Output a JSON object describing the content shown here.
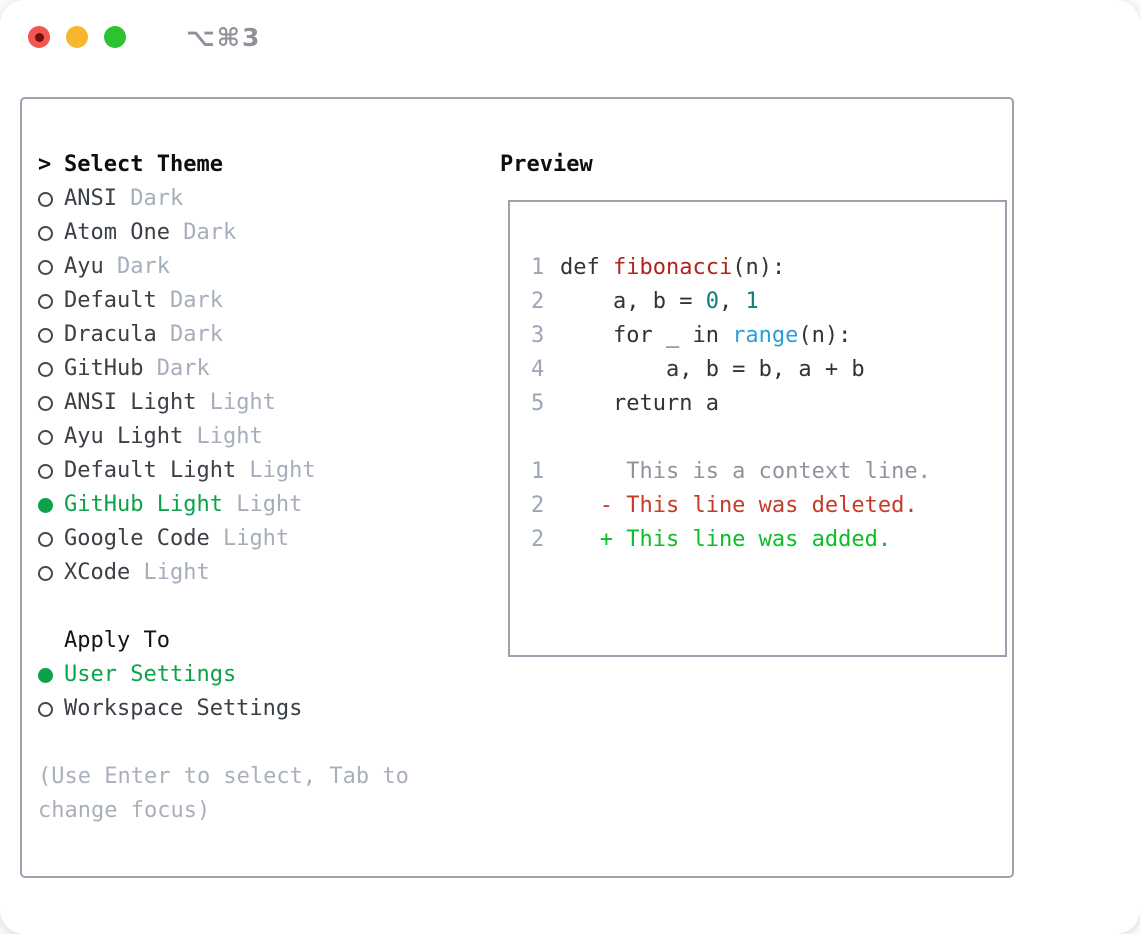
{
  "window": {
    "title": "⌥⌘3"
  },
  "titlebar": {
    "buttons": [
      {
        "name": "close",
        "has_dot": true
      },
      {
        "name": "minimize",
        "has_dot": false
      },
      {
        "name": "zoom",
        "has_dot": false
      }
    ]
  },
  "theme_picker": {
    "prompt": ">",
    "heading": "Select Theme",
    "items": [
      {
        "name": "ANSI",
        "variant": "Dark",
        "selected": false
      },
      {
        "name": "Atom One",
        "variant": "Dark",
        "selected": false
      },
      {
        "name": "Ayu",
        "variant": "Dark",
        "selected": false
      },
      {
        "name": "Default",
        "variant": "Dark",
        "selected": false
      },
      {
        "name": "Dracula",
        "variant": "Dark",
        "selected": false
      },
      {
        "name": "GitHub",
        "variant": "Dark",
        "selected": false
      },
      {
        "name": "ANSI Light",
        "variant": "Light",
        "selected": false
      },
      {
        "name": "Ayu Light",
        "variant": "Light",
        "selected": false
      },
      {
        "name": "Default Light",
        "variant": "Light",
        "selected": false
      },
      {
        "name": "GitHub Light",
        "variant": "Light",
        "selected": true
      },
      {
        "name": "Google Code",
        "variant": "Light",
        "selected": false
      },
      {
        "name": "XCode",
        "variant": "Light",
        "selected": false
      }
    ],
    "apply_to": {
      "heading": "Apply To",
      "options": [
        {
          "label": "User Settings",
          "selected": true
        },
        {
          "label": "Workspace Settings",
          "selected": false
        }
      ]
    },
    "hint": "(Use Enter to select, Tab to change focus)"
  },
  "preview": {
    "heading": "Preview",
    "code_lines": [
      {
        "num": "1",
        "tokens": [
          {
            "text": "def ",
            "type": "plain"
          },
          {
            "text": "fibonacci",
            "type": "function"
          },
          {
            "text": "(n):",
            "type": "plain"
          }
        ]
      },
      {
        "num": "2",
        "tokens": [
          {
            "text": "    a, b = ",
            "type": "plain"
          },
          {
            "text": "0",
            "type": "number"
          },
          {
            "text": ", ",
            "type": "plain"
          },
          {
            "text": "1",
            "type": "number"
          }
        ]
      },
      {
        "num": "3",
        "tokens": [
          {
            "text": "    for _ in ",
            "type": "plain"
          },
          {
            "text": "range",
            "type": "builtin"
          },
          {
            "text": "(n):",
            "type": "plain"
          }
        ]
      },
      {
        "num": "4",
        "tokens": [
          {
            "text": "        a, b = b, a + b",
            "type": "plain"
          }
        ]
      },
      {
        "num": "5",
        "tokens": [
          {
            "text": "    return a",
            "type": "plain"
          }
        ]
      }
    ],
    "diff_lines": [
      {
        "num": "1",
        "text": "     This is a context line.",
        "type": "context"
      },
      {
        "num": "2",
        "text": "   - This line was deleted.",
        "type": "deleted"
      },
      {
        "num": "2",
        "text": "   + This line was added.",
        "type": "added"
      }
    ]
  },
  "colors": {
    "accent_green": "#0ca24a",
    "panel_border": "#9aa2ad",
    "list_text": "#3b4046",
    "variant_gray": "#a6aebb",
    "hint_gray": "#a9b0bb",
    "circle_stroke": "#45494f",
    "line_number": "#9aa5b6",
    "code_text": "#2f343a",
    "function_red": "#b2241d",
    "number_teal": "#0e7d75",
    "builtin_blue": "#2b9fd8",
    "context_gray": "#8f959c",
    "deleted_red": "#c43b2a",
    "added_green": "#0cbd27",
    "title_gray": "#8e9298",
    "traffic_red": "#f4554e",
    "traffic_red_dot": "#6f110c",
    "traffic_yellow": "#f6b62d",
    "traffic_green": "#2dc22f"
  }
}
